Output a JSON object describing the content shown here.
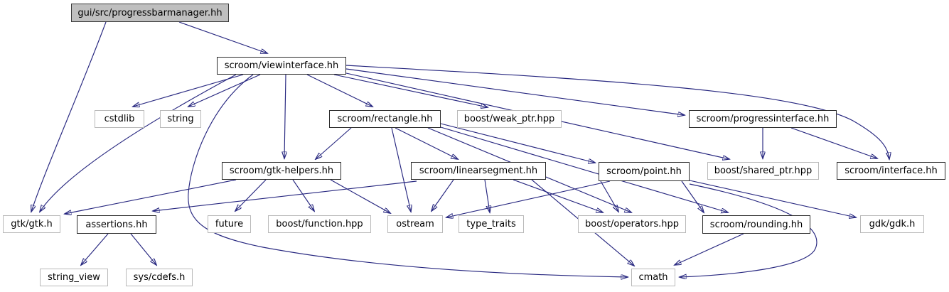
{
  "diagram_type": "include-dependency-graph",
  "colors": {
    "edge": "#26267f",
    "internal_node_border": "#2b2b2b",
    "external_node_border": "#b9b9b9",
    "root_node_fill": "#bfbfbf",
    "text": "#000000",
    "background": "#ffffff"
  },
  "nodes": [
    {
      "id": "progressbarmanager",
      "label": "gui/src/progressbarmanager.hh",
      "kind": "root"
    },
    {
      "id": "viewinterface",
      "label": "scroom/viewinterface.hh",
      "kind": "internal"
    },
    {
      "id": "cstdlib",
      "label": "cstdlib",
      "kind": "external"
    },
    {
      "id": "string",
      "label": "string",
      "kind": "external"
    },
    {
      "id": "rectangle",
      "label": "scroom/rectangle.hh",
      "kind": "internal"
    },
    {
      "id": "weak-ptr",
      "label": "boost/weak_ptr.hpp",
      "kind": "external"
    },
    {
      "id": "progressinterface",
      "label": "scroom/progressinterface.hh",
      "kind": "internal"
    },
    {
      "id": "gtk-helpers",
      "label": "scroom/gtk-helpers.hh",
      "kind": "internal"
    },
    {
      "id": "linearsegment",
      "label": "scroom/linearsegment.hh",
      "kind": "internal"
    },
    {
      "id": "point",
      "label": "scroom/point.hh",
      "kind": "internal"
    },
    {
      "id": "shared-ptr",
      "label": "boost/shared_ptr.hpp",
      "kind": "external"
    },
    {
      "id": "interface",
      "label": "scroom/interface.hh",
      "kind": "internal"
    },
    {
      "id": "gtk",
      "label": "gtk/gtk.h",
      "kind": "external"
    },
    {
      "id": "assertions",
      "label": "assertions.hh",
      "kind": "internal"
    },
    {
      "id": "future",
      "label": "future",
      "kind": "external"
    },
    {
      "id": "function",
      "label": "boost/function.hpp",
      "kind": "external"
    },
    {
      "id": "ostream",
      "label": "ostream",
      "kind": "external"
    },
    {
      "id": "type-traits",
      "label": "type_traits",
      "kind": "external"
    },
    {
      "id": "operators",
      "label": "boost/operators.hpp",
      "kind": "external"
    },
    {
      "id": "rounding",
      "label": "scroom/rounding.hh",
      "kind": "internal"
    },
    {
      "id": "gdk",
      "label": "gdk/gdk.h",
      "kind": "external"
    },
    {
      "id": "cmath",
      "label": "cmath",
      "kind": "external"
    },
    {
      "id": "string-view",
      "label": "string_view",
      "kind": "external"
    },
    {
      "id": "sys-cdefs",
      "label": "sys/cdefs.h",
      "kind": "external"
    }
  ],
  "edges": [
    {
      "from": "progressbarmanager",
      "to": "viewinterface"
    },
    {
      "from": "progressbarmanager",
      "to": "gtk"
    },
    {
      "from": "viewinterface",
      "to": "gtk"
    },
    {
      "from": "viewinterface",
      "to": "cstdlib"
    },
    {
      "from": "viewinterface",
      "to": "string"
    },
    {
      "from": "viewinterface",
      "to": "gtk-helpers"
    },
    {
      "from": "viewinterface",
      "to": "rectangle"
    },
    {
      "from": "viewinterface",
      "to": "weak-ptr"
    },
    {
      "from": "viewinterface",
      "to": "progressinterface"
    },
    {
      "from": "viewinterface",
      "to": "shared-ptr"
    },
    {
      "from": "viewinterface",
      "to": "interface"
    },
    {
      "from": "viewinterface",
      "to": "cmath"
    },
    {
      "from": "progressinterface",
      "to": "shared-ptr"
    },
    {
      "from": "progressinterface",
      "to": "interface"
    },
    {
      "from": "rectangle",
      "to": "gtk-helpers"
    },
    {
      "from": "rectangle",
      "to": "linearsegment"
    },
    {
      "from": "rectangle",
      "to": "point"
    },
    {
      "from": "rectangle",
      "to": "ostream"
    },
    {
      "from": "rectangle",
      "to": "operators"
    },
    {
      "from": "rectangle",
      "to": "rounding"
    },
    {
      "from": "gtk-helpers",
      "to": "gtk"
    },
    {
      "from": "gtk-helpers",
      "to": "future"
    },
    {
      "from": "gtk-helpers",
      "to": "function"
    },
    {
      "from": "gtk-helpers",
      "to": "ostream"
    },
    {
      "from": "linearsegment",
      "to": "assertions"
    },
    {
      "from": "linearsegment",
      "to": "ostream"
    },
    {
      "from": "linearsegment",
      "to": "type-traits"
    },
    {
      "from": "linearsegment",
      "to": "operators"
    },
    {
      "from": "linearsegment",
      "to": "cmath"
    },
    {
      "from": "point",
      "to": "ostream"
    },
    {
      "from": "point",
      "to": "operators"
    },
    {
      "from": "point",
      "to": "rounding"
    },
    {
      "from": "point",
      "to": "gdk"
    },
    {
      "from": "point",
      "to": "cmath"
    },
    {
      "from": "rounding",
      "to": "cmath"
    },
    {
      "from": "assertions",
      "to": "string-view"
    },
    {
      "from": "assertions",
      "to": "sys-cdefs"
    }
  ]
}
